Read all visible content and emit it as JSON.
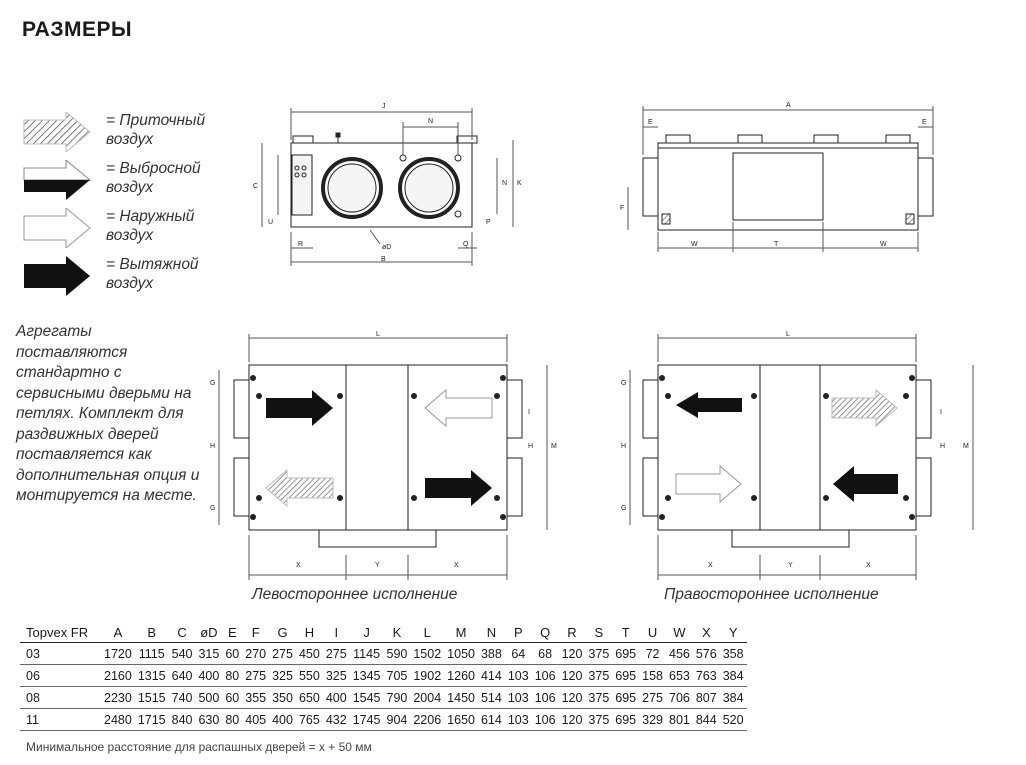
{
  "title": "РАЗМЕРЫ",
  "legend": [
    {
      "label_line1": "= Приточный",
      "label_line2": "воздух",
      "arrow": "hatched-arrow-icon"
    },
    {
      "label_line1": "= Выбросной",
      "label_line2": "воздух",
      "arrow": "half-black-arrow-icon"
    },
    {
      "label_line1": "= Наружный",
      "label_line2": "воздух",
      "arrow": "white-arrow-icon"
    },
    {
      "label_line1": "= Вытяжной",
      "label_line2": "воздух",
      "arrow": "black-arrow-icon"
    }
  ],
  "note": "Агрегаты поставляются стандартно с сервисными дверьми на петлях. Комплект для раздвижных дверей поставляется как дополнительная опция и монтируется на месте.",
  "captions": {
    "left": "Левостороннее исполнение",
    "right": "Правостороннее исполнение"
  },
  "drawing_labels": {
    "J": "J",
    "N": "N",
    "K": "K",
    "C": "C",
    "U": "U",
    "P": "P",
    "R": "R",
    "Q": "Q",
    "D": "øD",
    "B": "B",
    "A": "A",
    "E": "E",
    "F": "F",
    "W": "W",
    "T": "T",
    "L": "L",
    "G": "G",
    "H": "H",
    "I": "I",
    "M": "M",
    "X": "X",
    "Y": "Y"
  },
  "table": {
    "headers": [
      "Topvex FR",
      "A",
      "B",
      "C",
      "øD",
      "E",
      "F",
      "G",
      "H",
      "I",
      "J",
      "K",
      "L",
      "M",
      "N",
      "P",
      "Q",
      "R",
      "S",
      "T",
      "U",
      "W",
      "X",
      "Y"
    ],
    "rows": [
      [
        "03",
        "1720",
        "1115",
        "540",
        "315",
        "60",
        "270",
        "275",
        "450",
        "275",
        "1145",
        "590",
        "1502",
        "1050",
        "388",
        "64",
        "68",
        "120",
        "375",
        "695",
        "72",
        "456",
        "576",
        "358"
      ],
      [
        "06",
        "2160",
        "1315",
        "640",
        "400",
        "80",
        "275",
        "325",
        "550",
        "325",
        "1345",
        "705",
        "1902",
        "1260",
        "414",
        "103",
        "106",
        "120",
        "375",
        "695",
        "158",
        "653",
        "763",
        "384"
      ],
      [
        "08",
        "2230",
        "1515",
        "740",
        "500",
        "60",
        "355",
        "350",
        "650",
        "400",
        "1545",
        "790",
        "2004",
        "1450",
        "514",
        "103",
        "106",
        "120",
        "375",
        "695",
        "275",
        "706",
        "807",
        "384"
      ],
      [
        "11",
        "2480",
        "1715",
        "840",
        "630",
        "80",
        "405",
        "400",
        "765",
        "432",
        "1745",
        "904",
        "2206",
        "1650",
        "614",
        "103",
        "106",
        "120",
        "375",
        "695",
        "329",
        "801",
        "844",
        "520"
      ]
    ]
  },
  "footnote": "Минимальное расстояние для распашных дверей = x + 50 мм"
}
